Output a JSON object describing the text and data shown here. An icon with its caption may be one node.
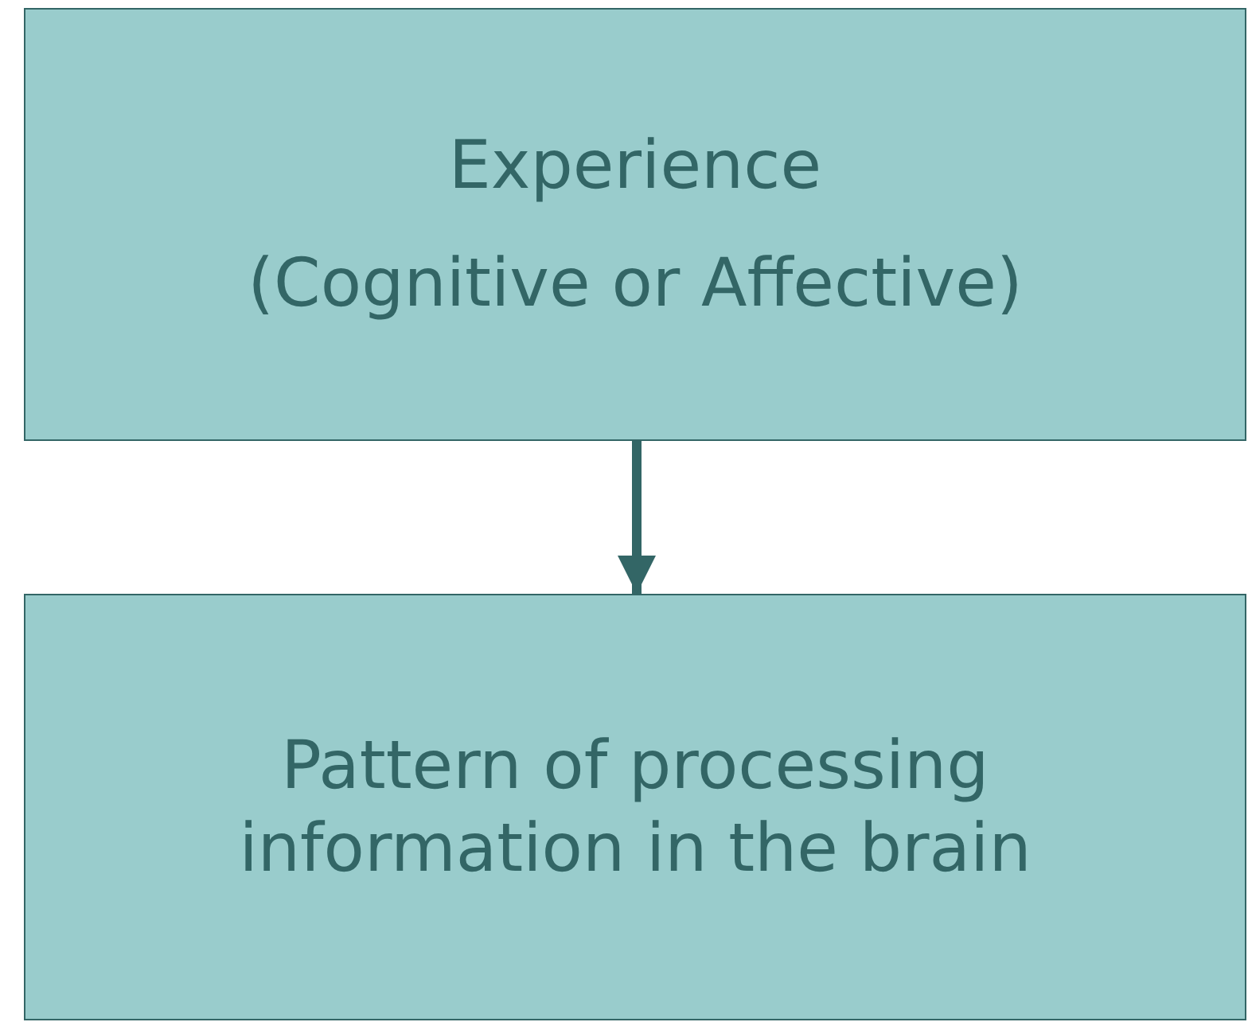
{
  "diagram": {
    "nodes": [
      {
        "text": [
          "Experience",
          "(Cognitive or Affective)"
        ]
      },
      {
        "text": [
          "Pattern of processing information in the brain"
        ]
      }
    ],
    "edges": [
      {
        "from": 0,
        "to": 1,
        "arrow": "to"
      }
    ]
  }
}
